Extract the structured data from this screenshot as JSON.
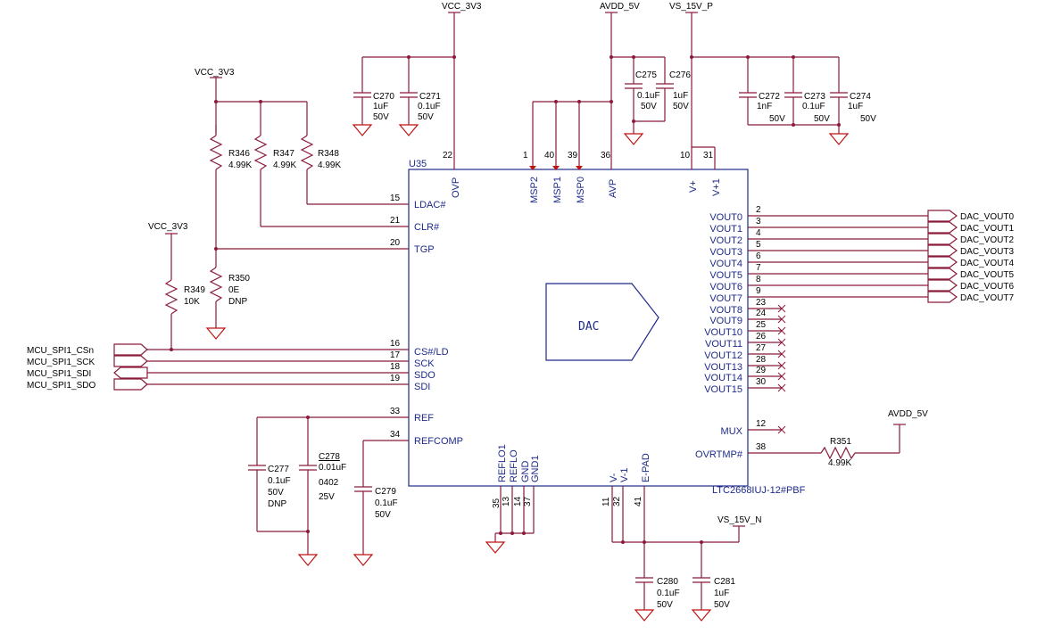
{
  "chip": {
    "ref": "U35",
    "part": "LTC2668IUJ-12#PBF",
    "block_label": "DAC",
    "left_pins": [
      {
        "num": "15",
        "name": "LDAC#"
      },
      {
        "num": "21",
        "name": "CLR#"
      },
      {
        "num": "20",
        "name": "TGP"
      },
      {
        "num": "16",
        "name": "CS#/LD"
      },
      {
        "num": "17",
        "name": "SCK"
      },
      {
        "num": "18",
        "name": "SDO"
      },
      {
        "num": "19",
        "name": "SDI"
      },
      {
        "num": "33",
        "name": "REF"
      },
      {
        "num": "34",
        "name": "REFCOMP"
      }
    ],
    "top_pins": [
      {
        "num": "22",
        "name": "OVP"
      },
      {
        "num": "1",
        "name": "MSP2"
      },
      {
        "num": "40",
        "name": "MSP1"
      },
      {
        "num": "39",
        "name": "MSP0"
      },
      {
        "num": "36",
        "name": "AVP"
      },
      {
        "num": "10",
        "name": "V+"
      },
      {
        "num": "31",
        "name": "V+1"
      }
    ],
    "right_pins": [
      {
        "num": "2",
        "name": "VOUT0",
        "net": "DAC_VOUT0"
      },
      {
        "num": "3",
        "name": "VOUT1",
        "net": "DAC_VOUT1"
      },
      {
        "num": "4",
        "name": "VOUT2",
        "net": "DAC_VOUT2"
      },
      {
        "num": "5",
        "name": "VOUT3",
        "net": "DAC_VOUT3"
      },
      {
        "num": "6",
        "name": "VOUT4",
        "net": "DAC_VOUT4"
      },
      {
        "num": "7",
        "name": "VOUT5",
        "net": "DAC_VOUT5"
      },
      {
        "num": "8",
        "name": "VOUT6",
        "net": "DAC_VOUT6"
      },
      {
        "num": "9",
        "name": "VOUT7",
        "net": "DAC_VOUT7"
      },
      {
        "num": "23",
        "name": "VOUT8",
        "net": ""
      },
      {
        "num": "24",
        "name": "VOUT9",
        "net": ""
      },
      {
        "num": "25",
        "name": "VOUT10",
        "net": ""
      },
      {
        "num": "26",
        "name": "VOUT11",
        "net": ""
      },
      {
        "num": "27",
        "name": "VOUT12",
        "net": ""
      },
      {
        "num": "28",
        "name": "VOUT13",
        "net": ""
      },
      {
        "num": "29",
        "name": "VOUT14",
        "net": ""
      },
      {
        "num": "30",
        "name": "VOUT15",
        "net": ""
      }
    ],
    "mux_pin": {
      "num": "12",
      "name": "MUX"
    },
    "ovrtmp_pin": {
      "num": "38",
      "name": "OVRTMP#"
    },
    "bottom_pins": [
      {
        "num": "35",
        "name": "REFLO1"
      },
      {
        "num": "13",
        "name": "REFLO"
      },
      {
        "num": "14",
        "name": "GND"
      },
      {
        "num": "37",
        "name": "GND1"
      },
      {
        "num": "11",
        "name": "V-"
      },
      {
        "num": "32",
        "name": "V-1"
      },
      {
        "num": "41",
        "name": "E-PAD"
      }
    ]
  },
  "power_nets": {
    "vcc_top": "VCC_3V3",
    "vcc_left1": "VCC_3V3",
    "vcc_left2": "VCC_3V3",
    "avdd_top": "AVDD_5V",
    "vs15p": "VS_15V_P",
    "avdd_right": "AVDD_5V",
    "vs15n": "VS_15V_N"
  },
  "mcu_nets": [
    "MCU_SPI1_CSn",
    "MCU_SPI1_SCK",
    "MCU_SPI1_SDI",
    "MCU_SPI1_SDO"
  ],
  "resistors": [
    {
      "ref": "R346",
      "value": "4.99K"
    },
    {
      "ref": "R347",
      "value": "4.99K"
    },
    {
      "ref": "R348",
      "value": "4.99K"
    },
    {
      "ref": "R349",
      "value": "10K"
    },
    {
      "ref": "R350",
      "value": "0E",
      "note": "DNP"
    },
    {
      "ref": "R351",
      "value": "4.99K"
    }
  ],
  "capacitors": {
    "C270": {
      "ref": "C270",
      "value": "1uF",
      "rating": "50V"
    },
    "C271": {
      "ref": "C271",
      "value": "0.1uF",
      "rating": "50V"
    },
    "C275": {
      "ref": "C275",
      "value": "0.1uF",
      "rating": "50V"
    },
    "C276": {
      "ref": "C276",
      "value": "1uF",
      "rating": "50V"
    },
    "C272": {
      "ref": "C272",
      "value": "1nF",
      "rating": "50V"
    },
    "C273": {
      "ref": "C273",
      "value": "0.1uF",
      "rating": "50V"
    },
    "C274": {
      "ref": "C274",
      "value": "1uF",
      "rating": "50V"
    },
    "C277": {
      "ref": "C277",
      "value": "0.1uF",
      "rating": "50V",
      "note": "DNP"
    },
    "C278": {
      "ref": "C278",
      "value": "0.01uF",
      "size": "0402",
      "rating": "25V"
    },
    "C279": {
      "ref": "C279",
      "value": "0.1uF",
      "rating": "50V"
    },
    "C280": {
      "ref": "C280",
      "value": "0.1uF",
      "rating": "50V"
    },
    "C281": {
      "ref": "C281",
      "value": "1uF",
      "rating": "50V"
    }
  }
}
